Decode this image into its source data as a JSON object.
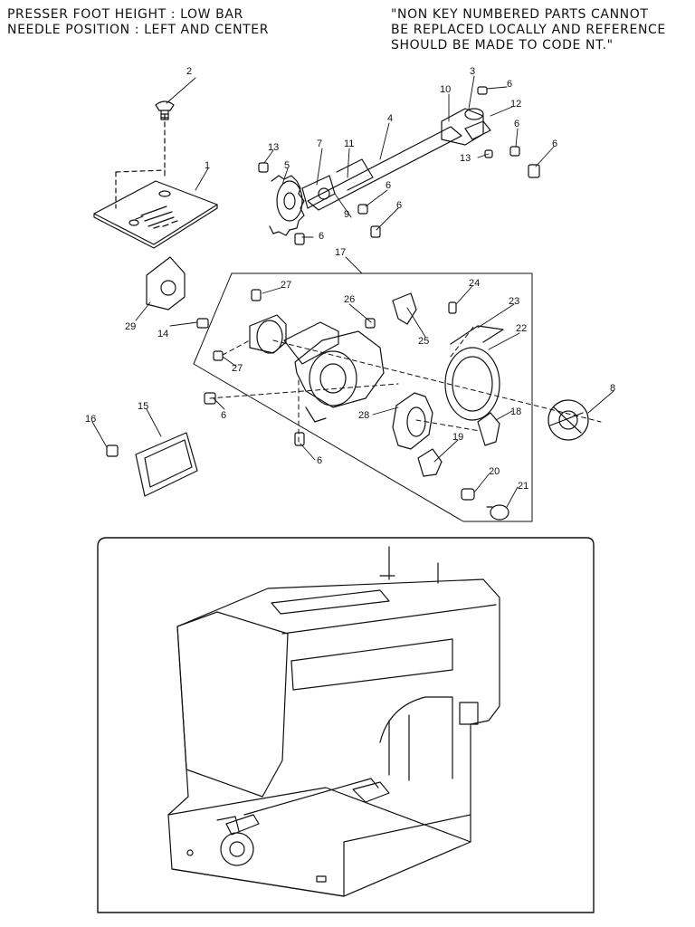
{
  "header": {
    "left_lines": [
      "PRESSER FOOT HEIGHT : LOW BAR",
      "NEEDLE POSITION : LEFT AND CENTER"
    ],
    "right_lines": [
      "\"NON KEY NUMBERED PARTS CANNOT",
      "BE REPLACED LOCALLY AND REFERENCE",
      "SHOULD BE MADE TO CODE NT.\""
    ]
  },
  "callouts": [
    {
      "id": "2",
      "label": "2"
    },
    {
      "id": "1",
      "label": "1"
    },
    {
      "id": "3",
      "label": "3"
    },
    {
      "id": "10",
      "label": "10"
    },
    {
      "id": "6a",
      "label": "6"
    },
    {
      "id": "12",
      "label": "12"
    },
    {
      "id": "4",
      "label": "4"
    },
    {
      "id": "6b",
      "label": "6"
    },
    {
      "id": "6c",
      "label": "6"
    },
    {
      "id": "13a",
      "label": "13"
    },
    {
      "id": "7",
      "label": "7"
    },
    {
      "id": "11",
      "label": "11"
    },
    {
      "id": "13b",
      "label": "13"
    },
    {
      "id": "5",
      "label": "5"
    },
    {
      "id": "6d",
      "label": "6"
    },
    {
      "id": "9",
      "label": "9"
    },
    {
      "id": "6e",
      "label": "6"
    },
    {
      "id": "6f",
      "label": "6"
    },
    {
      "id": "17",
      "label": "17"
    },
    {
      "id": "27a",
      "label": "27"
    },
    {
      "id": "26",
      "label": "26"
    },
    {
      "id": "24",
      "label": "24"
    },
    {
      "id": "23",
      "label": "23"
    },
    {
      "id": "29",
      "label": "29"
    },
    {
      "id": "14",
      "label": "14"
    },
    {
      "id": "25",
      "label": "25"
    },
    {
      "id": "22",
      "label": "22"
    },
    {
      "id": "27b",
      "label": "27"
    },
    {
      "id": "8",
      "label": "8"
    },
    {
      "id": "6g",
      "label": "6"
    },
    {
      "id": "28",
      "label": "28"
    },
    {
      "id": "18",
      "label": "18"
    },
    {
      "id": "16",
      "label": "16"
    },
    {
      "id": "15",
      "label": "15"
    },
    {
      "id": "19",
      "label": "19"
    },
    {
      "id": "6h",
      "label": "6"
    },
    {
      "id": "20",
      "label": "20"
    },
    {
      "id": "21",
      "label": "21"
    }
  ]
}
